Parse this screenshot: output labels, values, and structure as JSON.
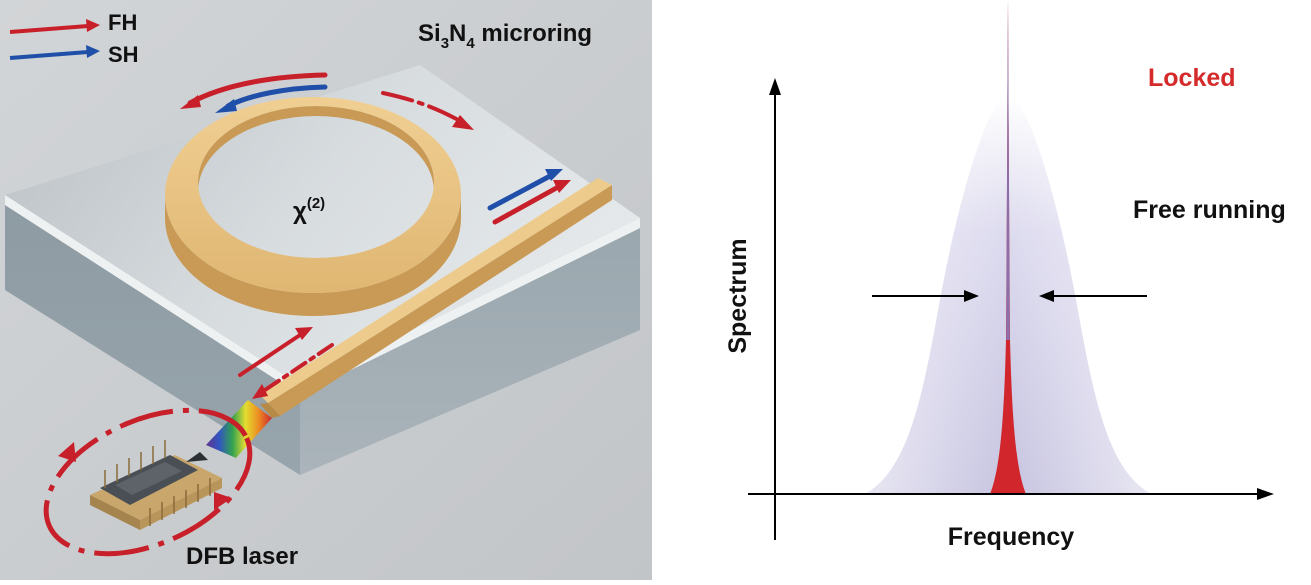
{
  "left_panel": {
    "legend": {
      "fh_label": "FH",
      "sh_label": "SH"
    },
    "chip_label": {
      "base": "Si",
      "sub1": "3",
      "mid": "N",
      "sub2": "4",
      "rest": " microring"
    },
    "ring_label": {
      "symbol": "χ",
      "superscript": "(2)"
    },
    "laser_label": "DFB laser",
    "colors": {
      "fh": "#c8202a",
      "sh": "#1f4fa8",
      "waveguide": "#e8c282",
      "background": "#c9ccce"
    }
  },
  "right_panel": {
    "locked_label": "Locked",
    "free_running_label": "Free running",
    "y_axis_label": "Spectrum",
    "x_axis_label": "Frequency",
    "colors": {
      "locked": "#d0262c",
      "free_running": "#c9c6e4",
      "axis": "#000000"
    }
  }
}
